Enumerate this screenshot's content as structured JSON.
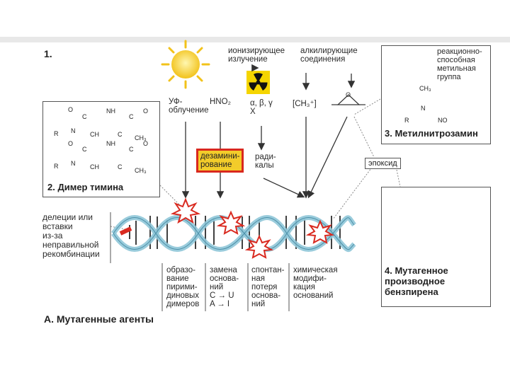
{
  "panel_number": "1.",
  "agents": {
    "uv": "УФ-\nоблучение",
    "hno2": "HNO₂",
    "ionizing": "ионизирующее\nизлучение",
    "ionizing_types": "α, β, γ\nX",
    "alkylating": "алкилирующие\nсоединения",
    "ch3": "[CH₃⁺]"
  },
  "deamination": "дезамини-\nрование",
  "radicals": "ради-\nкалы",
  "epoxide": "эпоксид",
  "thymine_dimer": {
    "caption": "2. Димер тимина",
    "atoms": [
      "O",
      "C",
      "NH",
      "C",
      "O",
      "R",
      "N",
      "CH",
      "C",
      "CH₃",
      "O",
      "C",
      "NH",
      "C",
      "O",
      "R",
      "N",
      "CH",
      "C",
      "CH₃"
    ]
  },
  "methylnitrosamine": {
    "caption": "3. Метилнитрозамин",
    "note": "реакционно-\nспособная\nметильная\nгруппа",
    "atoms": [
      "CH₃",
      "N",
      "R",
      "NO"
    ]
  },
  "benzpyrene": {
    "caption": "4. Мутагенное\nпроизводное\nбензпирена"
  },
  "recombination": "делеции или\nвставки\nиз-за\nнеправильной\nрекомбинации",
  "effects": [
    "образо-\nвание\nпирими-\nдиновых\nдимеров",
    "замена\nоснова-\nний\nC → U\nA → I",
    "спонтан-\nная\nпотеря\nоснова-\nний",
    "химическая\nмодифи-\nкация\nоснований"
  ],
  "title": "А. Мутагенные агенты",
  "colors": {
    "sun": "#f5d21f",
    "helix": "#8fc6d8",
    "damage": "#d92a20",
    "hazard": "#f5d500"
  }
}
